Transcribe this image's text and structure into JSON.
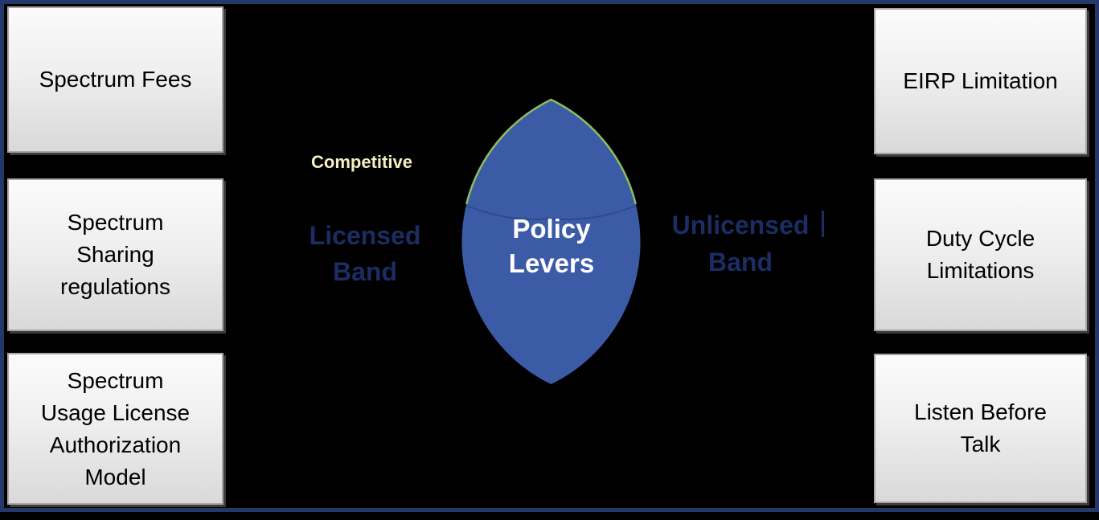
{
  "title": "Spectrum policy levers diagram",
  "left_column": {
    "items": [
      {
        "id": "spectrum-fees",
        "label": "Spectrum Fees"
      },
      {
        "id": "spectrum-sharing-regulations",
        "label": "Spectrum\nSharing\nregulations"
      },
      {
        "id": "spectrum-usage-license",
        "label": "Spectrum\nUsage License\nAuthorization\nModel"
      }
    ]
  },
  "right_column": {
    "items": [
      {
        "id": "eirp-limitation",
        "label": "EIRP Limitation"
      },
      {
        "id": "duty-cycle-limitations",
        "label": "Duty Cycle\nLimitations"
      },
      {
        "id": "listen-before-talk",
        "label": "Listen Before\nTalk"
      }
    ]
  },
  "center": {
    "competitive_label": "Competitive",
    "licensed_band_label": "Licensed\nBand",
    "unlicensed_band_label": "Unlicensed\nBand",
    "policy_levers_label": "Policy\nLevers"
  },
  "colors": {
    "background": "#000000",
    "frame_border": "#24396B",
    "lens_fill": "#3C5BA6",
    "lens_outline_green": "#8FBE5B",
    "lens_seam": "#2E4A8E",
    "band_label_text": "#1B2D62",
    "competitive_text": "#F5F0C2",
    "policy_levers_text": "#FFFFFF",
    "box_text": "#000000",
    "box_border": "#A6A6A6"
  }
}
